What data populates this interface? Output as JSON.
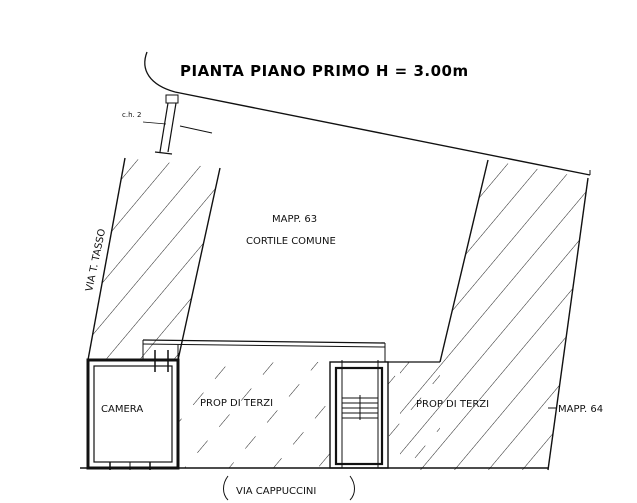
{
  "title": "PIANTA PIANO PRIMO H = 3.00m",
  "labels": {
    "ch": "c.h. 2",
    "mapp63": "MAPP. 63",
    "cortile": "CORTILE COMUNE",
    "via_tasso": "VIA T. TASSO",
    "camera": "CAMERA",
    "prop_terzi_left": "PROP DI TERZI",
    "prop_terzi_right": "PROP DI TERZI",
    "mapp64": "MAPP. 64",
    "via_cappuccini": "VIA CAPPUCCINI"
  },
  "colors": {
    "ink": "#111111",
    "paper": "#ffffff"
  }
}
